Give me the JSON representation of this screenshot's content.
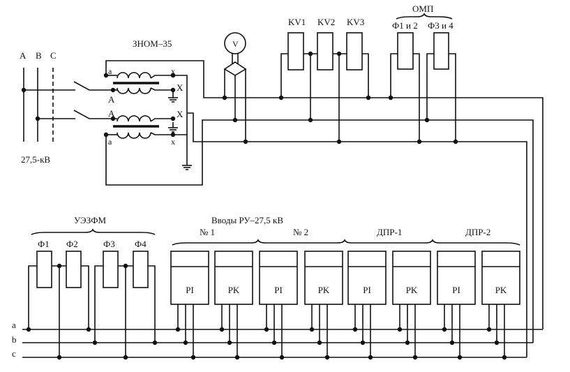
{
  "phases": {
    "a_label": "A",
    "b_label": "B",
    "c_label": "C",
    "voltage": "27,5-кВ"
  },
  "transformer": {
    "title": "ЗНОМ–35",
    "t1": {
      "a": "a",
      "A": "A",
      "x": "x",
      "X": "X"
    },
    "t2": {
      "a": "a",
      "A": "A",
      "x": "x",
      "X": "X"
    }
  },
  "voltmeter": {
    "label": "V"
  },
  "kv_relays": [
    "KV1",
    "KV2",
    "KV3"
  ],
  "omp": {
    "title": "ОМП",
    "items": [
      "Ф1 и 2",
      "Ф3 и 4"
    ]
  },
  "uezfm": {
    "title": "УЭЗФМ",
    "items": [
      "Ф1",
      "Ф2",
      "Ф3",
      "Ф4"
    ]
  },
  "inputs": {
    "title": "Вводы РУ–27,5 кВ",
    "groups": [
      "№ 1",
      "№ 2",
      "ДПР-1",
      "ДПР-2"
    ],
    "relays": [
      "PI",
      "PK",
      "PI",
      "PK",
      "PI",
      "PK",
      "PI",
      "PK"
    ]
  },
  "buses": [
    "a",
    "b",
    "c"
  ]
}
